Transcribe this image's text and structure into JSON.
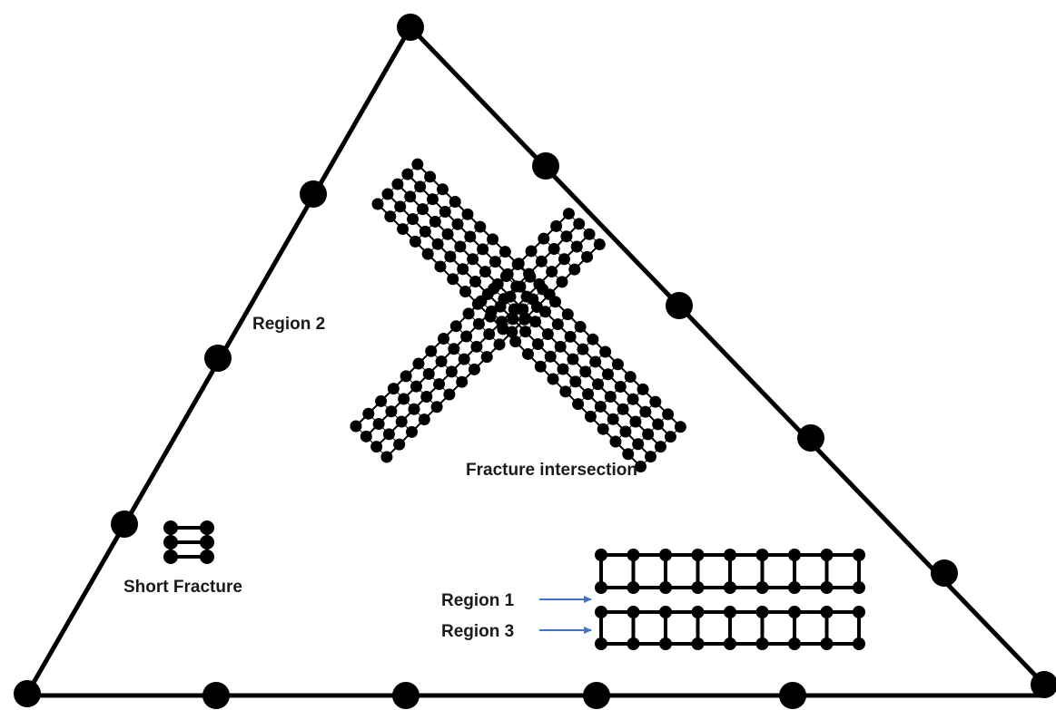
{
  "labels": {
    "region_2": "Region 2",
    "fracture_intersection": "Fracture intersection",
    "short_fracture": "Short Fracture",
    "region_1": "Region 1",
    "region_3": "Region 3"
  },
  "colors": {
    "stroke": "#000000",
    "node": "#000000",
    "arrow": "#4472c4",
    "background": "#ffffff"
  }
}
